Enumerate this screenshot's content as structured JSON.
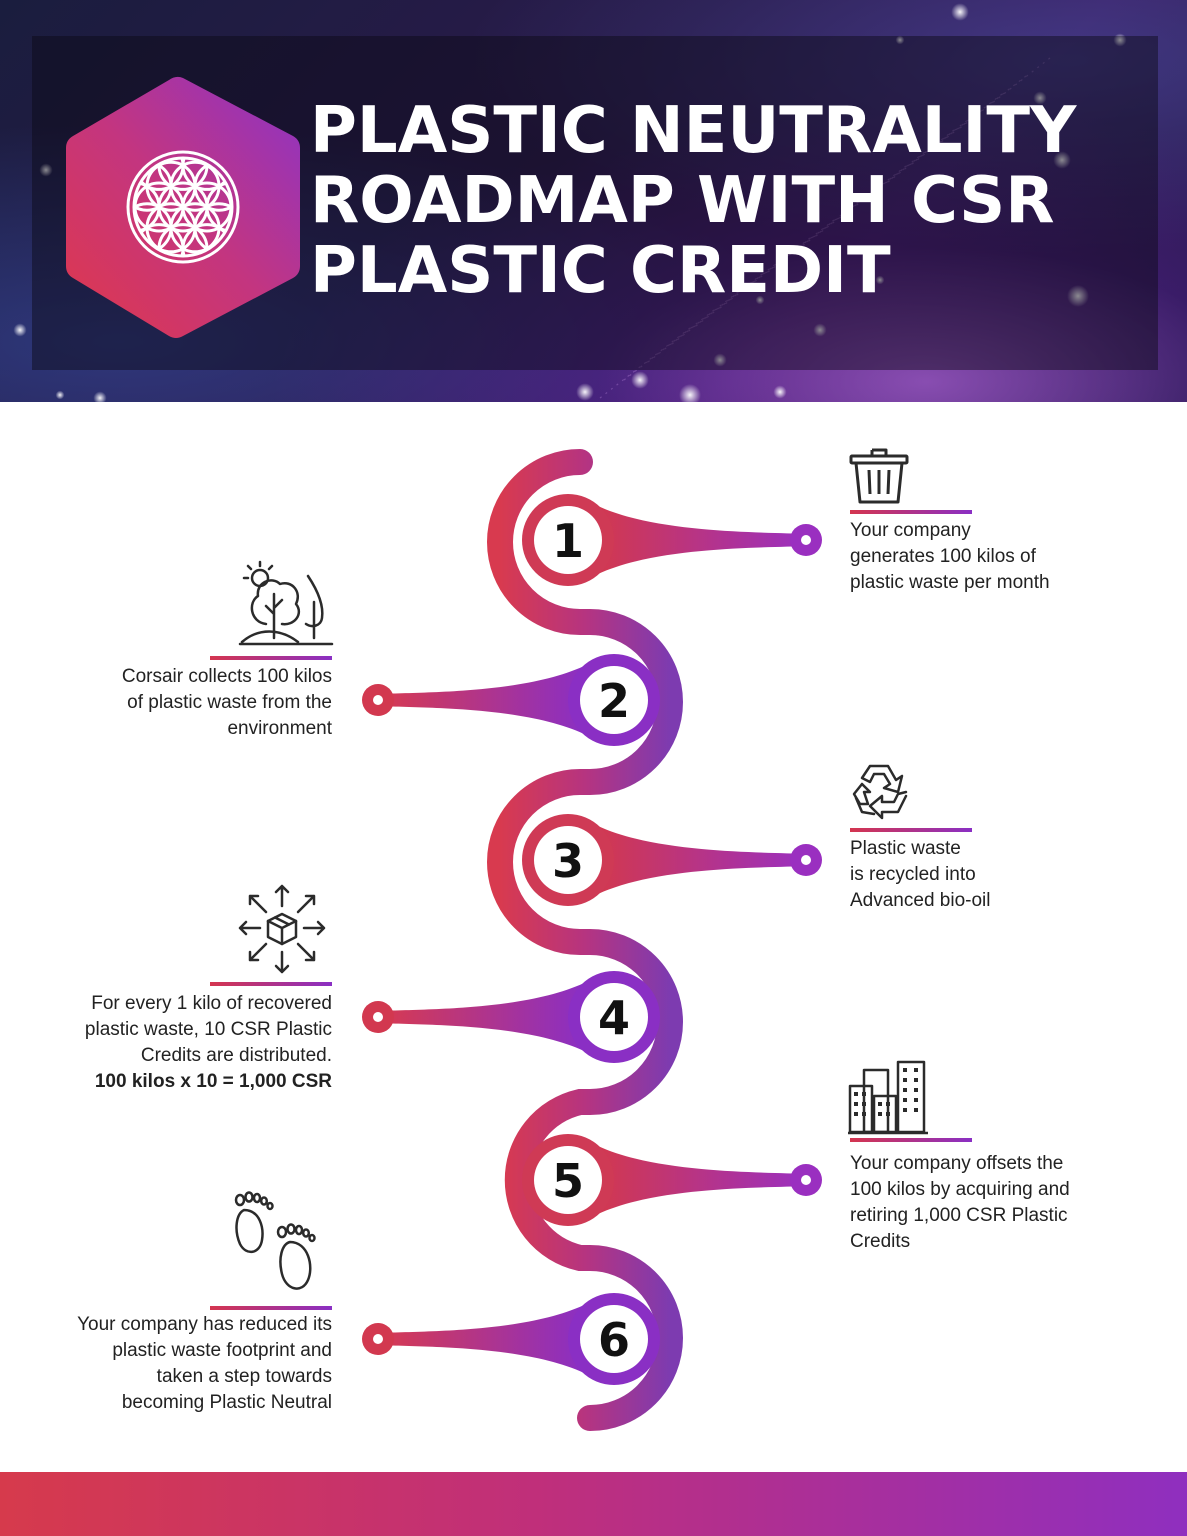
{
  "header": {
    "title_lines": [
      "PLASTIC NEUTRALITY",
      "ROADMAP WITH CSR",
      "PLASTIC CREDIT"
    ],
    "logo_icon": "flower-of-life-icon"
  },
  "colors": {
    "accent_red": "#d4354f",
    "accent_magenta": "#b53480",
    "accent_purple": "#8a2fc4",
    "text": "#222222"
  },
  "steps": [
    {
      "number": "1",
      "icon": "trash-bin-icon",
      "side": "right",
      "lines": [
        "Your company",
        "generates 100 kilos of",
        "plastic waste per month"
      ]
    },
    {
      "number": "2",
      "icon": "trees-icon",
      "side": "left",
      "lines": [
        "Corsair collects 100 kilos",
        "of plastic waste from the",
        "environment"
      ]
    },
    {
      "number": "3",
      "icon": "recycle-icon",
      "side": "right",
      "lines": [
        "Plastic waste",
        "is recycled into",
        "Advanced bio-oil"
      ]
    },
    {
      "number": "4",
      "icon": "box-distribute-icon",
      "side": "left",
      "lines": [
        "For every 1 kilo of recovered",
        "plastic waste, 10 CSR Plastic",
        "Credits are distributed."
      ],
      "bold_line": "100 kilos x 10 = 1,000 CSR"
    },
    {
      "number": "5",
      "icon": "buildings-icon",
      "side": "right",
      "lines": [
        "Your company offsets the",
        "100 kilos by acquiring and",
        "retiring 1,000 CSR Plastic",
        "Credits"
      ]
    },
    {
      "number": "6",
      "icon": "footprints-icon",
      "side": "left",
      "lines": [
        "Your company has reduced its",
        "plastic waste footprint and",
        "taken a step towards",
        "becoming Plastic Neutral"
      ]
    }
  ]
}
